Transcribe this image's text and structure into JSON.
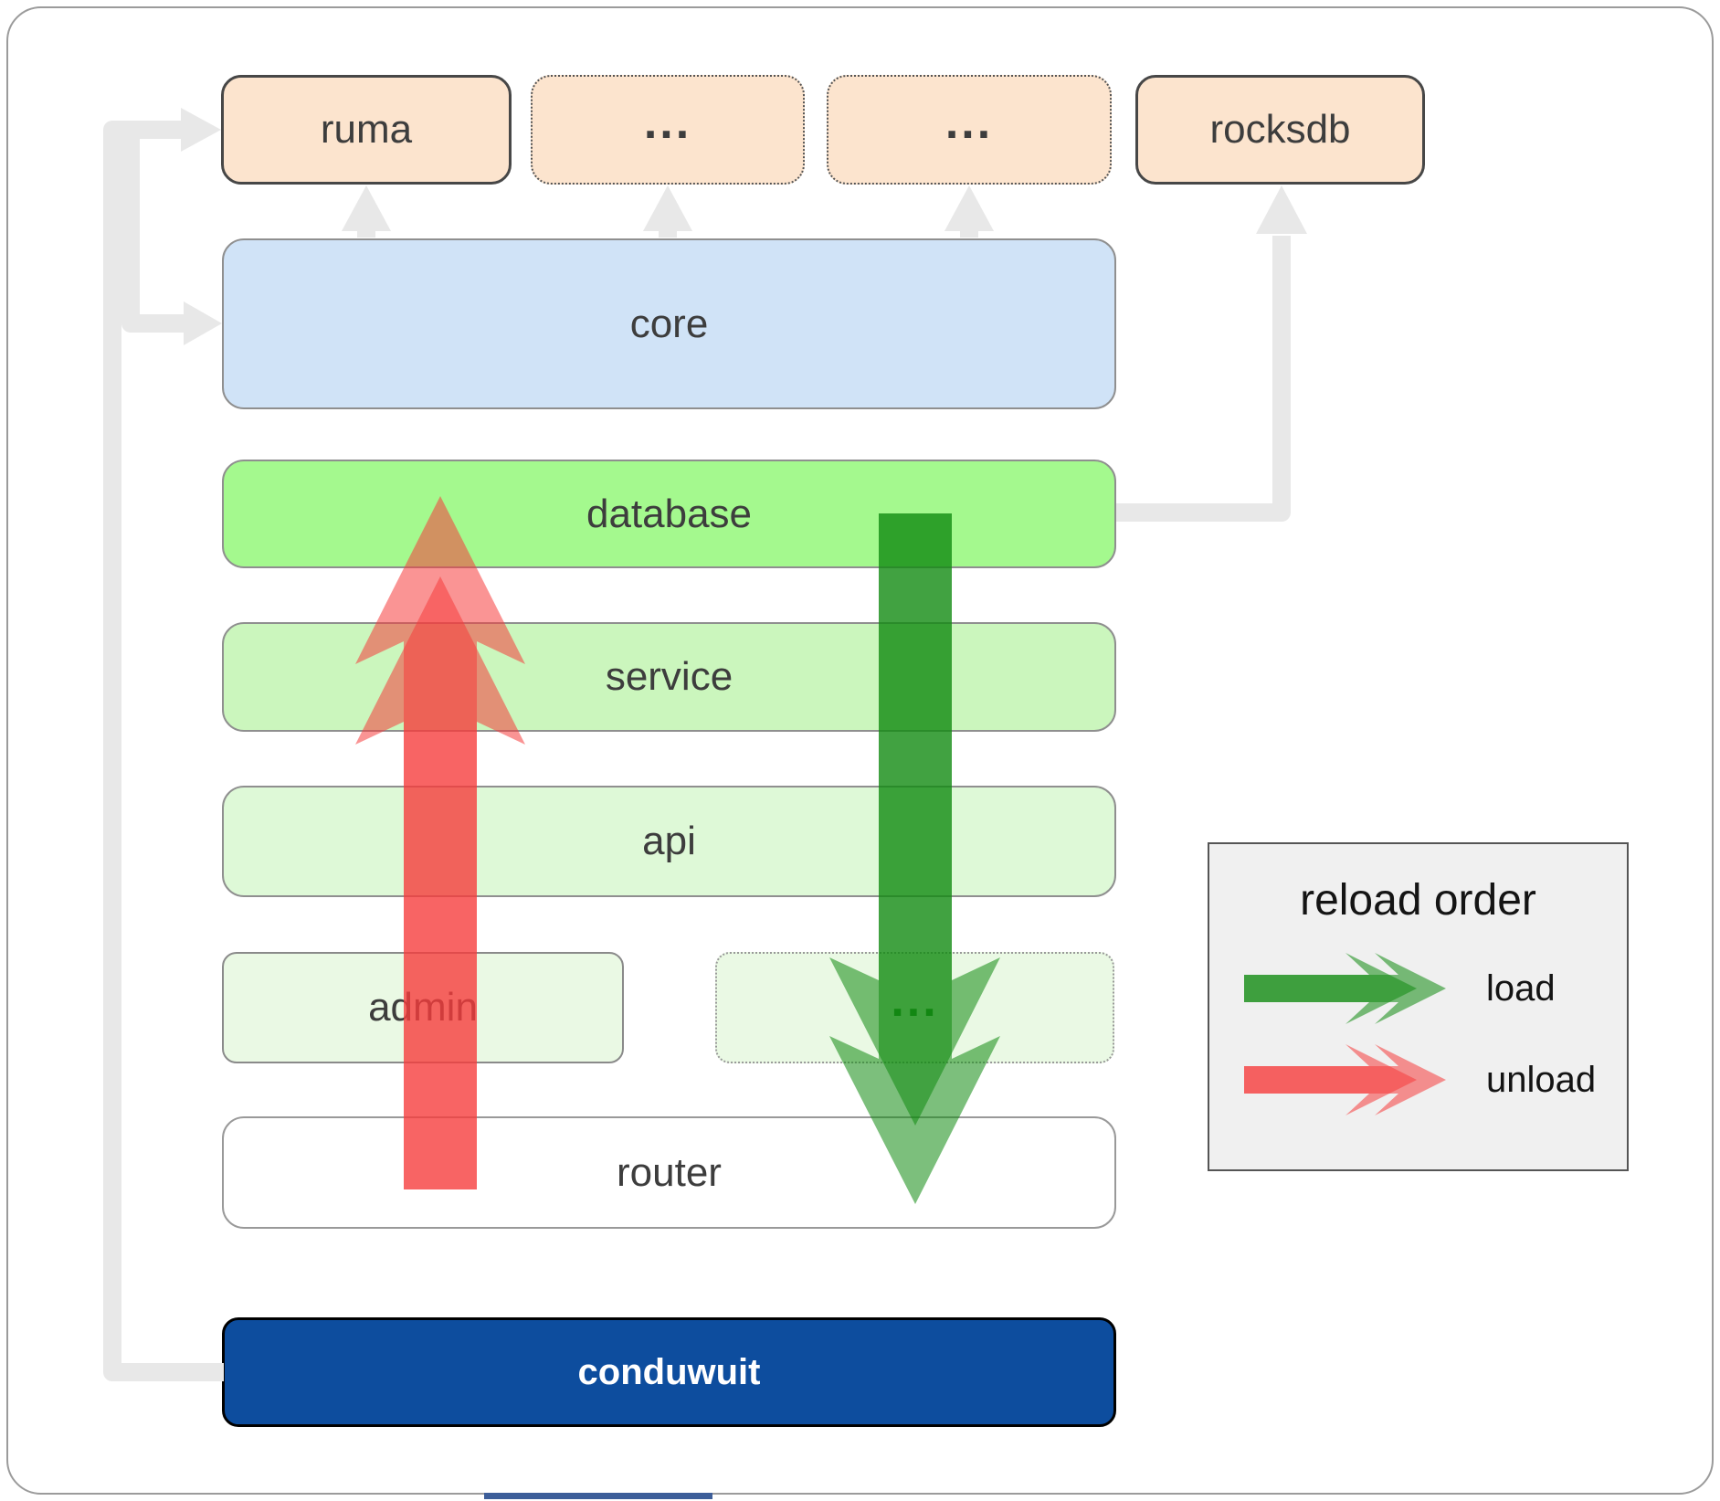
{
  "nodes": {
    "ruma": {
      "label": "ruma"
    },
    "crate_a": {
      "label": "..."
    },
    "crate_b": {
      "label": "..."
    },
    "rocksdb": {
      "label": "rocksdb"
    },
    "core": {
      "label": "core"
    },
    "database": {
      "label": "database"
    },
    "service": {
      "label": "service"
    },
    "api": {
      "label": "api"
    },
    "admin": {
      "label": "admin"
    },
    "other": {
      "label": "..."
    },
    "router": {
      "label": "router"
    },
    "conduwuit": {
      "label": "conduwuit"
    }
  },
  "legend": {
    "title": "reload order",
    "items": [
      {
        "id": "load",
        "label": "load",
        "color": "#118b11"
      },
      {
        "id": "unload",
        "label": "unload",
        "color": "#f63c3c"
      }
    ]
  },
  "edges": [
    {
      "from": "conduwuit",
      "to": "ruma",
      "type": "dependency"
    },
    {
      "from": "conduwuit",
      "to": "core",
      "type": "dependency"
    },
    {
      "from": "core",
      "to": "ruma",
      "type": "dependency"
    },
    {
      "from": "core",
      "to": "crate_a",
      "type": "dependency"
    },
    {
      "from": "core",
      "to": "crate_b",
      "type": "dependency"
    },
    {
      "from": "database",
      "to": "rocksdb",
      "type": "dependency"
    },
    {
      "from": "database",
      "to": "router",
      "type": "load",
      "direction": "down"
    },
    {
      "from": "router",
      "to": "database",
      "type": "unload",
      "direction": "up"
    }
  ],
  "colors": {
    "peach": "#fce4ce",
    "core_blue": "#d0e3f7",
    "database_green": "#a4f98e",
    "service_green": "#cbf6bd",
    "api_green": "#def9d7",
    "faint_green": "#eaf9e4",
    "conduwuit_blue": "#0d4d9e",
    "connector_gray": "#e8e8e8",
    "load_green": "#118b11",
    "unload_red": "#f63c3c",
    "legend_bg": "#f0f0f0"
  }
}
